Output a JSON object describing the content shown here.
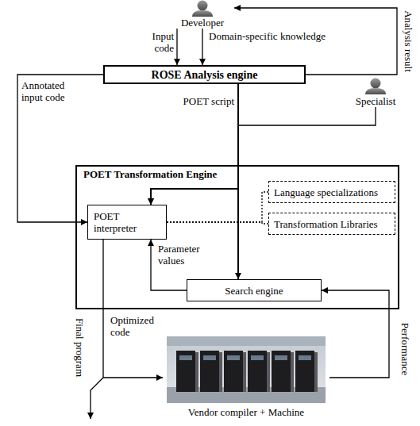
{
  "diagram": {
    "nodes": [
      {
        "text": [
          "Developer"
        ]
      },
      {
        "text": [
          "ROSE Analysis engine"
        ]
      },
      {
        "text": [
          "Specialist"
        ]
      },
      {
        "text": [
          "POET Transformation Engine"
        ]
      },
      {
        "text": [
          "POET interpreter"
        ],
        "in": 3
      },
      {
        "text": [
          "Language specializations"
        ],
        "in": 3
      },
      {
        "text": [
          "Transformation Libraries"
        ],
        "in": 3
      },
      {
        "text": [
          "Search engine"
        ],
        "in": 3
      },
      {
        "text": [
          "Vendor compiler + Machine"
        ]
      }
    ],
    "edges": [
      {
        "from": 0,
        "to": 1,
        "arrow": "to",
        "label": "Input code"
      },
      {
        "from": 0,
        "to": 1,
        "arrow": "to",
        "label": "Domain-specific knowledge"
      },
      {
        "from": 1,
        "to": 0,
        "arrow": "to",
        "label": "Analysis result"
      },
      {
        "from": 1,
        "to": 4,
        "arrow": "to",
        "label": "Annotated input code"
      },
      {
        "from": 1,
        "to": 4,
        "arrow": "to",
        "label": "POET script"
      },
      {
        "from": 1,
        "to": 7,
        "arrow": "to"
      },
      {
        "from": 2,
        "to": 4,
        "arrow": "to"
      },
      {
        "from": 4,
        "to": 5,
        "arrow": "none"
      },
      {
        "from": 4,
        "to": 6,
        "arrow": "none"
      },
      {
        "from": 7,
        "to": 4,
        "arrow": "to",
        "label": "Parameter values"
      },
      {
        "from": 4,
        "to": 8,
        "arrow": "to",
        "label": "Optimized code"
      },
      {
        "from": 8,
        "to": 7,
        "arrow": "to",
        "label": "Performance"
      }
    ],
    "labels": [
      "Final program"
    ]
  }
}
